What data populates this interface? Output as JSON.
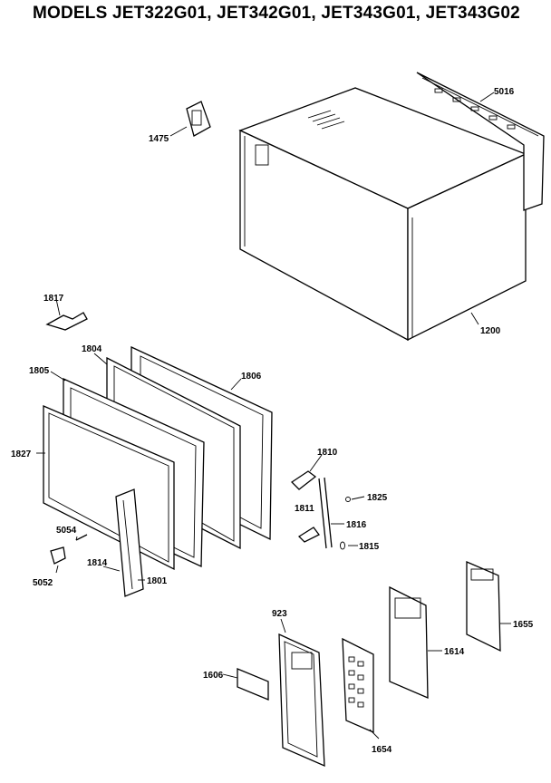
{
  "title": "MODELS JET322G01, JET342G01, JET343G01, JET343G02",
  "parts": {
    "p5016": "5016",
    "p1475": "1475",
    "p1200": "1200",
    "p1817": "1817",
    "p1804": "1804",
    "p1805": "1805",
    "p1806": "1806",
    "p1827": "1827",
    "p1810": "1810",
    "p1825": "1825",
    "p1811": "1811",
    "p1816": "1816",
    "p1815": "1815",
    "p5054": "5054",
    "p5052": "5052",
    "p1814": "1814",
    "p1801": "1801",
    "p923": "923",
    "p1655": "1655",
    "p1614": "1614",
    "p1606": "1606",
    "p1654": "1654"
  }
}
